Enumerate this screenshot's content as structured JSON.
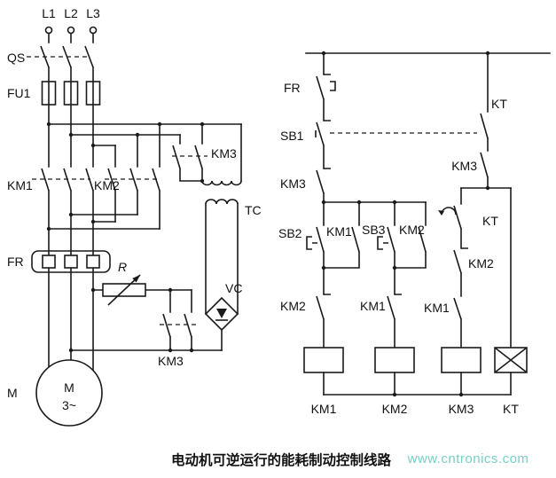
{
  "caption": "电动机可逆运行的能耗制动控制线路",
  "watermark": "www.cntronics.com",
  "main": {
    "phase_labels": [
      "L1",
      "L2",
      "L3"
    ],
    "qs": "QS",
    "fu1": "FU1",
    "km1": "KM1",
    "km2": "KM2",
    "km3_primary": "KM3",
    "tc": "TC",
    "fr": "FR",
    "r": "R",
    "vc": "VC",
    "km3_brake": "KM3",
    "motor_ref": "M",
    "motor_label": "M",
    "motor_phase": "3~"
  },
  "control": {
    "fr": "FR",
    "sb1": "SB1",
    "kt_contact": "KT",
    "km3_aux": "KM3",
    "km3_interlock": "KM3",
    "sb2": "SB2",
    "km1_seal": "KM1",
    "sb3": "SB3",
    "km2_seal": "KM2",
    "kt_delay": "KT",
    "km2_interlock_right": "KM2",
    "km2_interlock": "KM2",
    "km1_interlock": "KM1",
    "km1_aux": "KM1",
    "coil_labels": [
      "KM1",
      "KM2",
      "KM3",
      "KT"
    ]
  }
}
